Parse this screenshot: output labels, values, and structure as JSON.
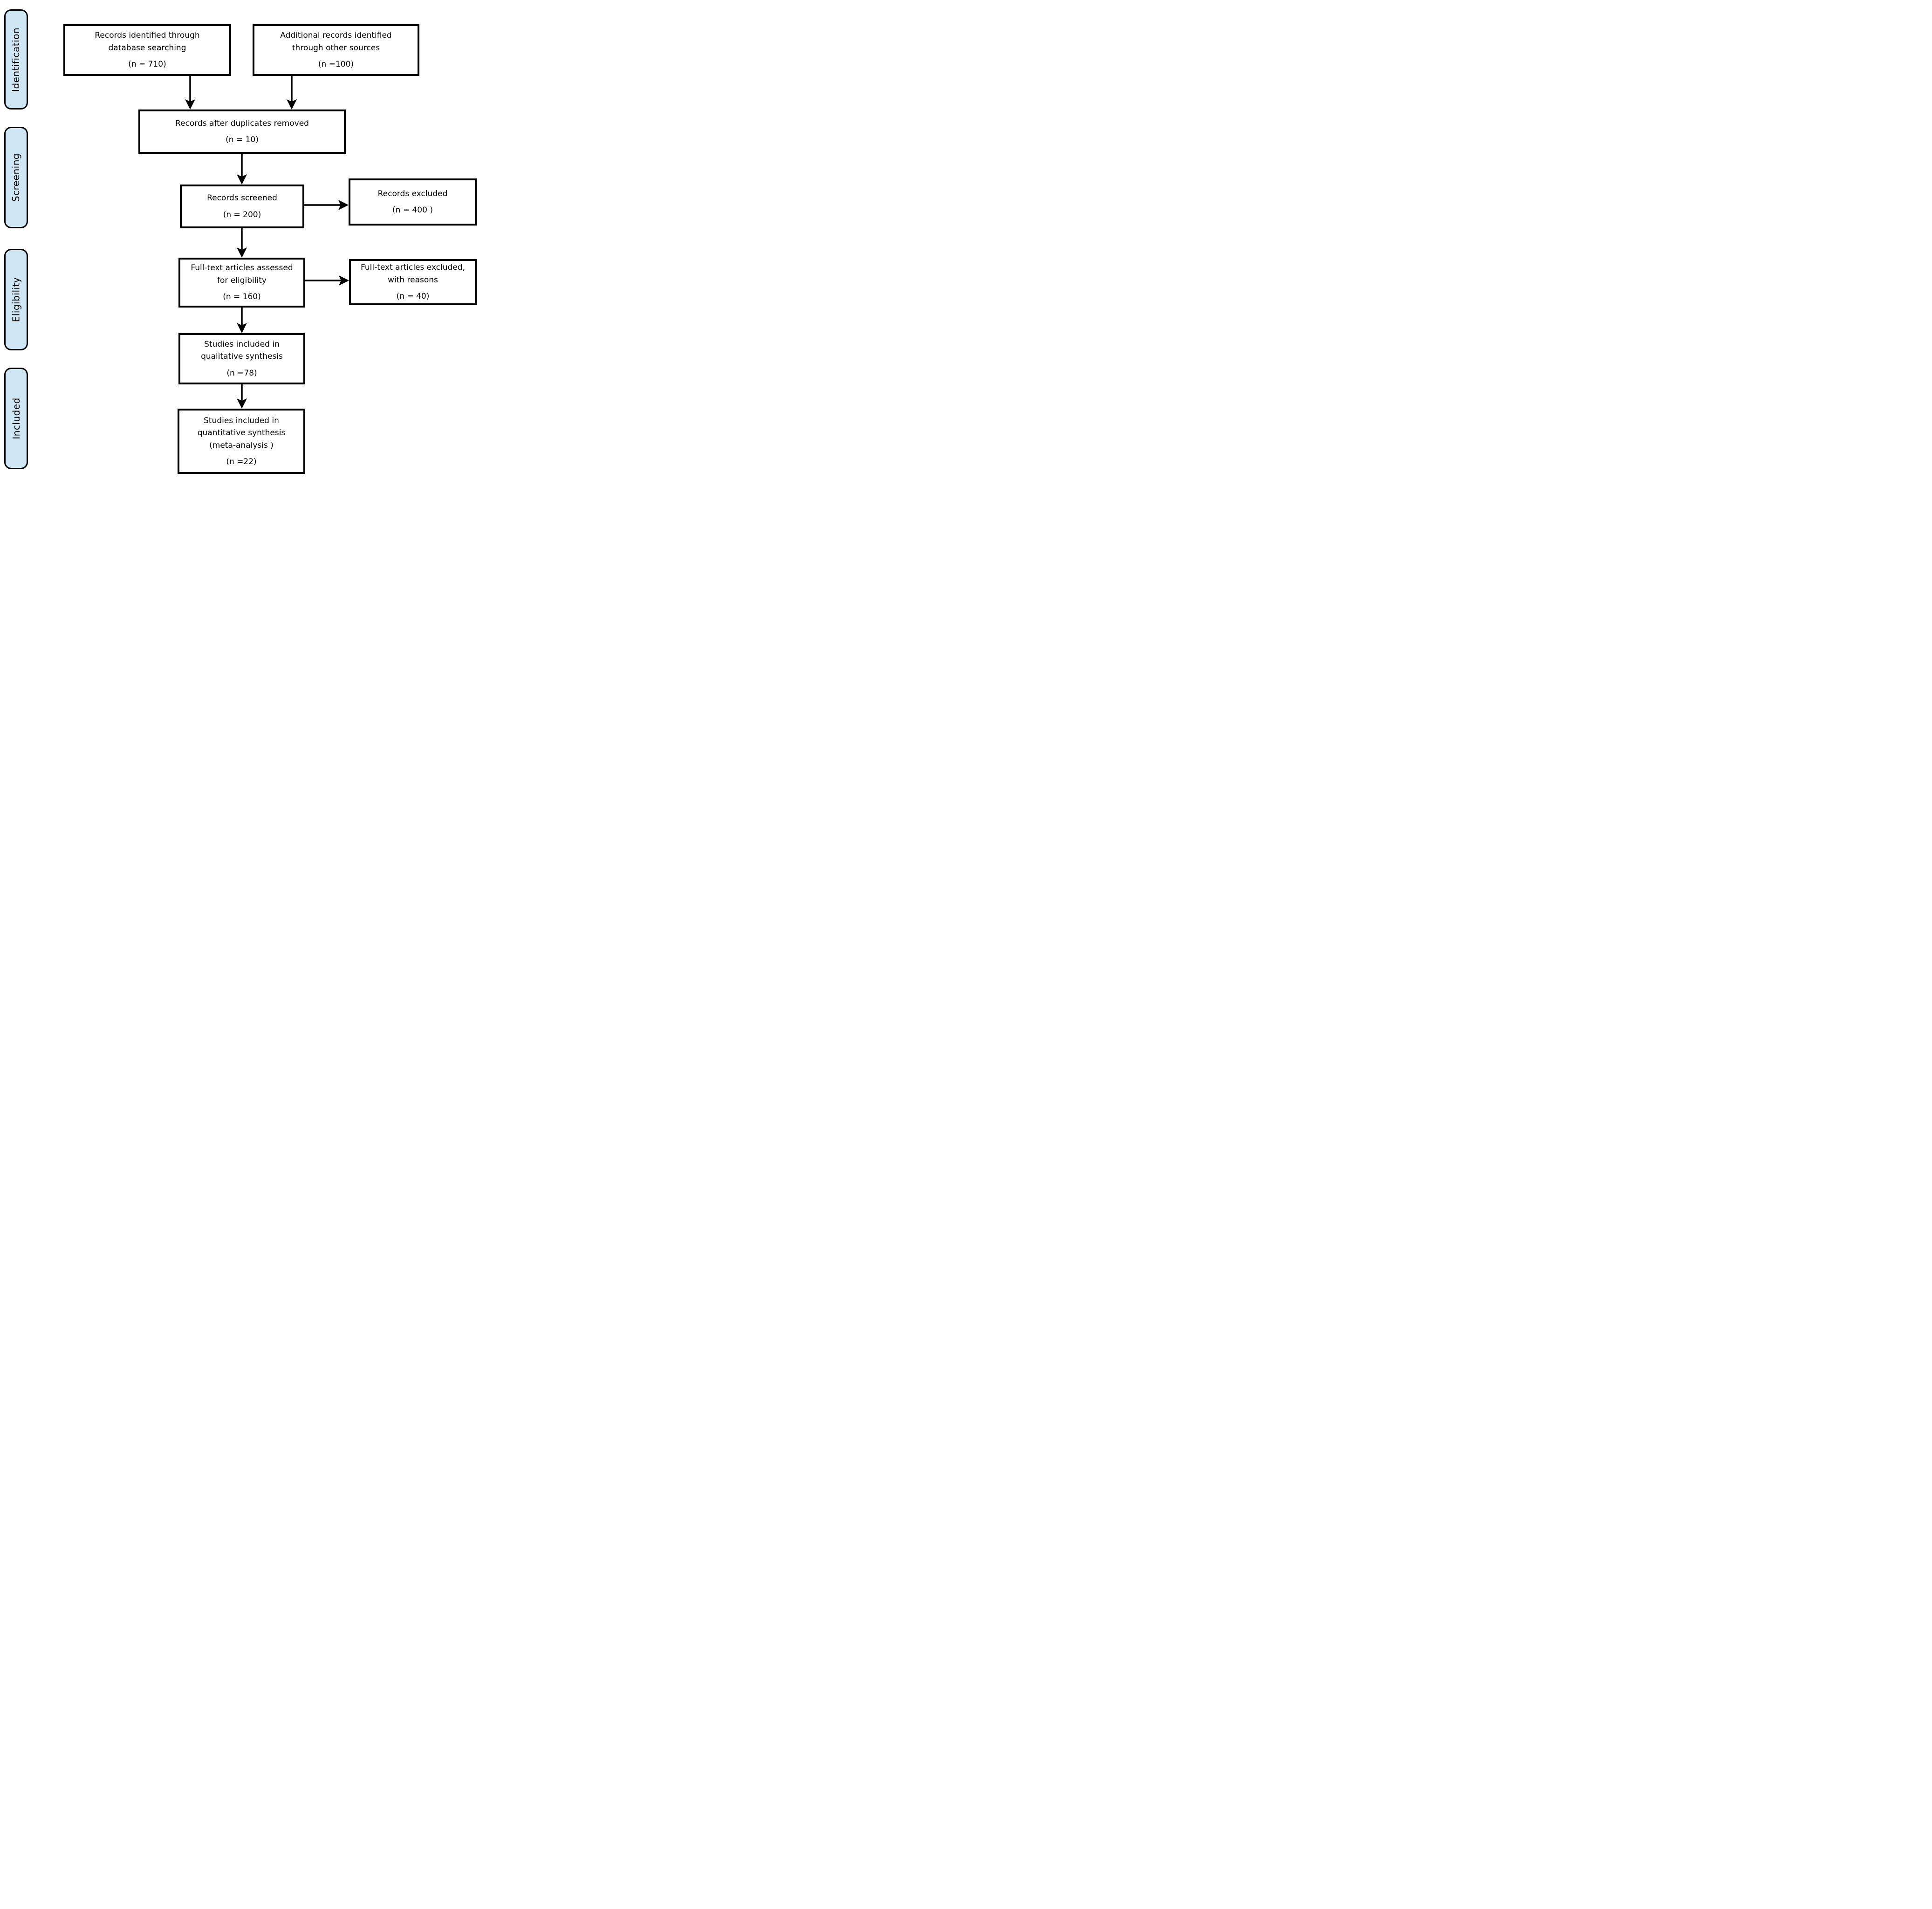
{
  "diagram": {
    "stages": [
      {
        "label": "Identification"
      },
      {
        "label": "Screening"
      },
      {
        "label": "Eligibility"
      },
      {
        "label": "Included"
      }
    ],
    "boxes": {
      "identified": {
        "lines": [
          "Records identified through",
          "database searching"
        ],
        "count": "(n = 710)"
      },
      "additional": {
        "lines": [
          "Additional records identified",
          "through other sources"
        ],
        "count": "(n =100)"
      },
      "duplicates_removed": {
        "lines": [
          "Records after duplicates removed"
        ],
        "count": "(n = 10)"
      },
      "screened": {
        "lines": [
          "Records screened"
        ],
        "count": "(n = 200)"
      },
      "records_excluded": {
        "lines": [
          "Records excluded"
        ],
        "count": "(n = 400 )"
      },
      "fulltext_assessed": {
        "lines": [
          "Full-text articles assessed",
          "for eligibility"
        ],
        "count": "(n = 160)"
      },
      "fulltext_excluded": {
        "lines": [
          "Full-text articles excluded,",
          "with reasons"
        ],
        "count": "(n = 40)"
      },
      "qualitative": {
        "lines": [
          "Studies included in",
          "qualitative synthesis"
        ],
        "count": "(n =78)"
      },
      "quantitative": {
        "lines": [
          "Studies included in",
          "quantitative synthesis",
          "(meta-analysis )"
        ],
        "count": "(n =22)"
      }
    },
    "colors": {
      "stage_fill": "#cfe6f5",
      "border": "#000000",
      "background": "#ffffff"
    }
  }
}
